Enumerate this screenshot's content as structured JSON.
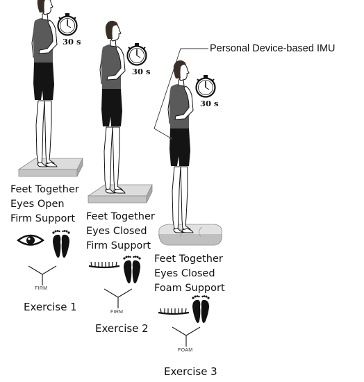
{
  "imu_label": "Personal Device-based IMU",
  "exercises": [
    {
      "title": "Exercise 1",
      "condition_lines": [
        "Feet Together",
        "Eyes Open",
        "Firm Support"
      ],
      "timer": "30 s",
      "surface": "FIRM",
      "eyes": "open",
      "platform": "firm"
    },
    {
      "title": "Exercise 2",
      "condition_lines": [
        "Feet Together",
        "Eyes Closed",
        "Firm Support"
      ],
      "timer": "30 s",
      "surface": "FIRM",
      "eyes": "closed",
      "platform": "firm"
    },
    {
      "title": "Exercise 3",
      "condition_lines": [
        "Feet Together",
        "Eyes Closed",
        "Foam Support"
      ],
      "timer": "30 s",
      "surface": "FOAM",
      "eyes": "closed",
      "platform": "foam"
    }
  ],
  "icons": {
    "timer": "stopwatch-icon",
    "eye_open": "eye-open-icon",
    "eye_closed": "eye-closed-icon",
    "feet": "feet-together-icon",
    "surface": "surface-corner-icon"
  },
  "colors": {
    "ink": "#111111",
    "skin": "#ffffff",
    "hair": "#3a2e28",
    "shirt": "#5a5a5a",
    "shorts": "#141414",
    "platform_top": "#dcdcdc",
    "platform_side": "#b4b4b4"
  }
}
